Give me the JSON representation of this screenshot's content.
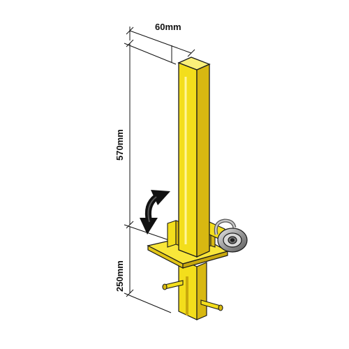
{
  "dimensions": {
    "width_label": "60mm",
    "height_label": "570mm",
    "depth_label": "250mm"
  },
  "colors": {
    "post_front": "#f3de1c",
    "post_side": "#d8b811",
    "post_top": "#fbf07a",
    "outline": "#1a1a1a",
    "lock_metal": "#9a9a9a",
    "arrow": "#111111"
  },
  "icons": {
    "rotate": "curved-double-arrow-icon",
    "lock": "padlock-icon"
  }
}
